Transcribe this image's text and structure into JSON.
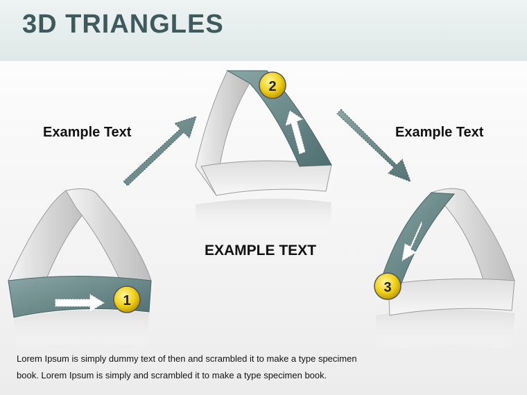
{
  "title": "3D TRIANGLES",
  "labels": {
    "left": "Example Text",
    "right": "Example Text",
    "center": "EXAMPLE TEXT"
  },
  "badges": [
    "1",
    "2",
    "3"
  ],
  "body_text": "Lorem Ipsum is simply dummy text of then and scrambled it to make a type specimen book. Lorem Ipsum is simply and scrambled it to make a type specimen book.",
  "colors": {
    "header_bg": "#e4ebeb",
    "title": "#3f5a5c",
    "accent_band": "#5f7f80",
    "band_light": "#d9d9d9",
    "badge": "#f2d21a"
  },
  "icons": {
    "arrow_up_right": "diagonal-arrow-icon",
    "arrow_down_right": "diagonal-arrow-icon",
    "inner_arrow": "outline-arrow-icon"
  }
}
